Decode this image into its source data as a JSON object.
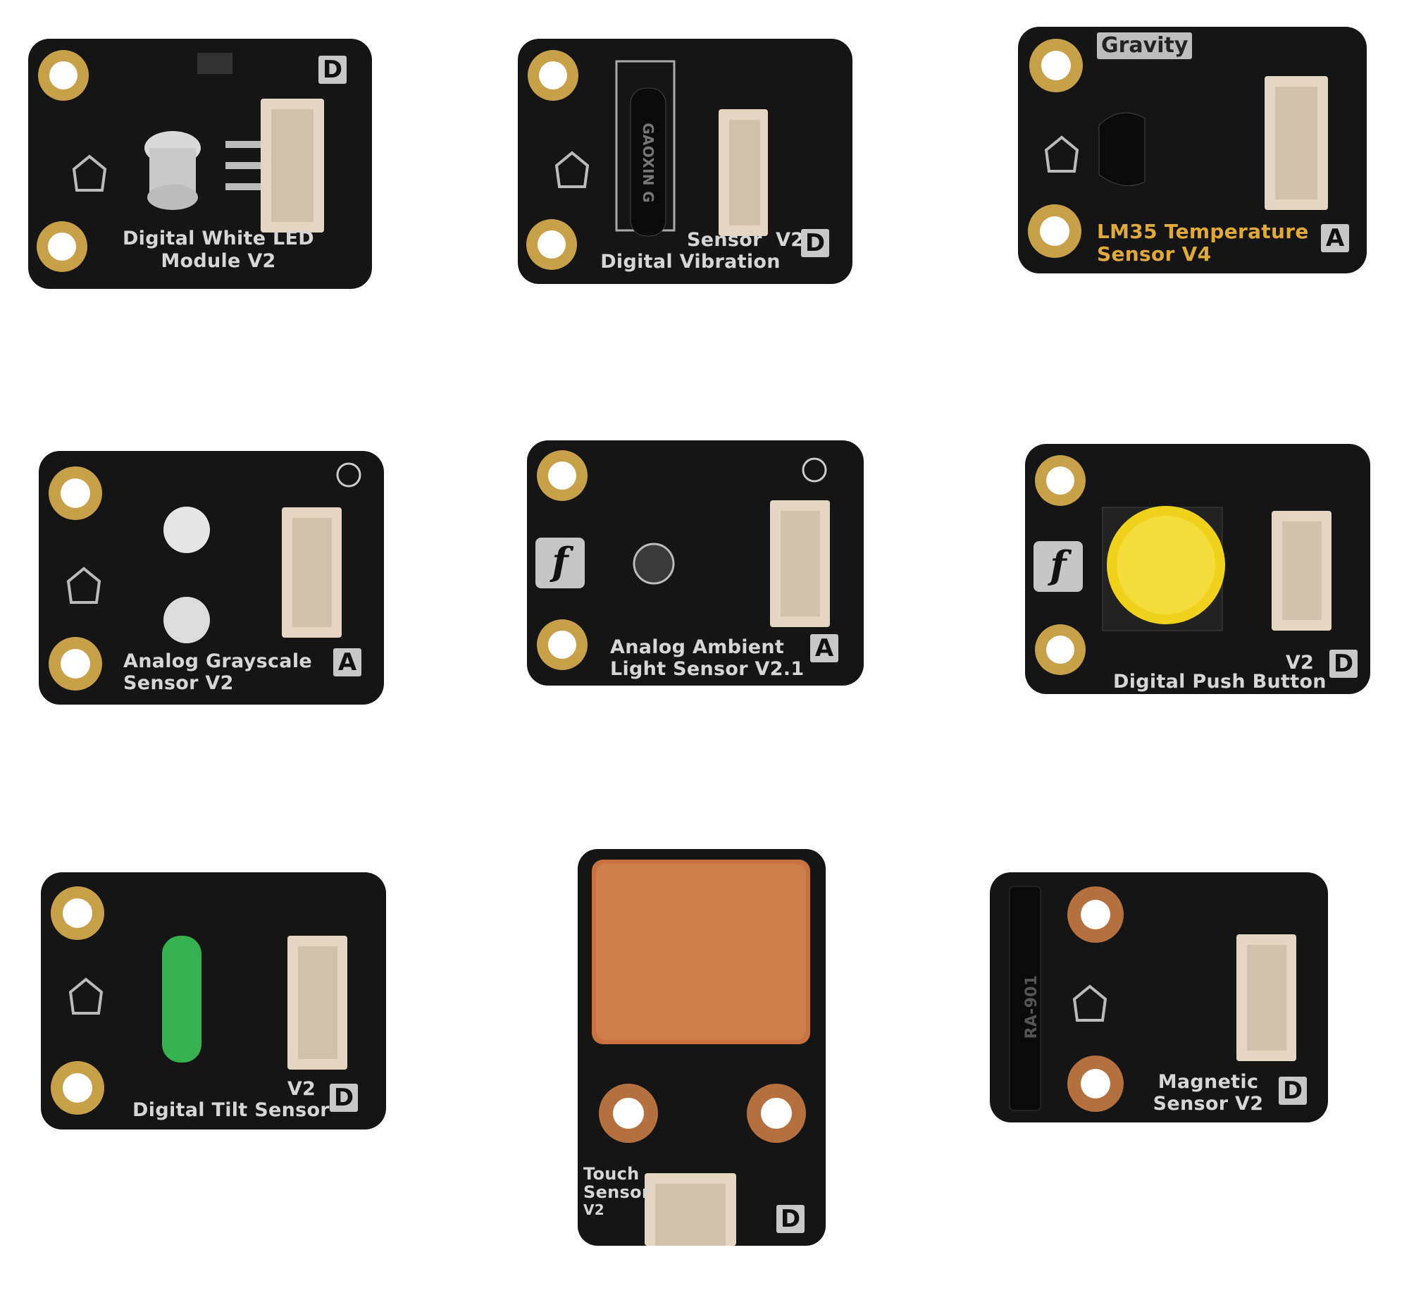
{
  "boards": [
    {
      "name": "Digital White LED Module V2",
      "label_lines": [
        "Digital White LED",
        "Module V2"
      ],
      "type_badge": "D"
    },
    {
      "name": "Digital Vibration Sensor V2",
      "label_lines": [
        "Sensor  V2",
        "Digital Vibration"
      ],
      "type_badge": "D",
      "component_text": "GAOXIN G"
    },
    {
      "name": "LM35 Temperature Sensor V4",
      "brand_badge": "Gravity",
      "label_lines": [
        "LM35 Temperature",
        "Sensor V4"
      ],
      "type_badge": "A"
    },
    {
      "name": "Analog Grayscale Sensor V2",
      "label_lines": [
        "Analog Grayscale",
        "Sensor V2"
      ],
      "type_badge": "A"
    },
    {
      "name": "Analog Ambient Light Sensor V2.1",
      "label_lines": [
        "Analog Ambient",
        "Light Sensor V2.1"
      ],
      "type_badge": "A",
      "logo_glyph": "f"
    },
    {
      "name": "Digital Push Button V2",
      "label_lines": [
        "V2",
        "Digital Push Button"
      ],
      "type_badge": "D",
      "logo_glyph": "f"
    },
    {
      "name": "Digital Tilt Sensor V2",
      "label_lines": [
        "V2",
        "Digital Tilt Sensor"
      ],
      "type_badge": "D"
    },
    {
      "name": "Touch Sensor V2",
      "label_lines": [
        "Touch",
        "Sensor",
        "V2"
      ],
      "type_badge": "D"
    },
    {
      "name": "Magnetic Sensor V2",
      "label_lines": [
        "Magnetic",
        "Sensor V2"
      ],
      "type_badge": "D",
      "component_text": "RA-901"
    }
  ],
  "colors": {
    "pcb": "#151515",
    "gold_pad": "#c9a04a",
    "copper_pad": "#b5703f",
    "connector": "#e4d6c2",
    "silkscreen": "#d6d6d6",
    "gold_text": "#e0a93a",
    "button_cap": "#f0d21c",
    "tilt_switch": "#36b24f",
    "touch_pad": "#c8733f"
  }
}
